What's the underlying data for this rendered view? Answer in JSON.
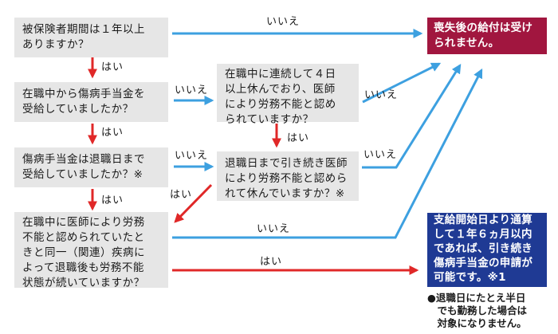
{
  "boxes": {
    "q1": "被保険者期間は１年以上\nありますか？",
    "q2": "在職中から傷病手当金を\n受給していましたか？",
    "q3": "傷病手当金は退職日まで\n受給していましたか？※",
    "q4": "在職中に医師により労務\n不能と認められていたと\nきと同一（関連）疾病に\nよって退職後も労務不能\n状態が続いていますか？",
    "q5": "在職中に連続して４日\n以上休んでおり、医師\nにより労務不能と認め\nられていますか？",
    "q6": "退職日まで引き続き医師\nにより労務不能と認めら\nれて休んでいますか？※"
  },
  "results": {
    "no_benefit": "喪失後の給付は受け\nられません。",
    "eligible": "支給開始日より通算\nして１年６ヵ月以内\nであれば、引き続き\n傷病手当金の申請が\n可能です。※1"
  },
  "note": "●退職日にたとえ半日\n　でも勤務した場合は\n　対象になりません。",
  "labels": {
    "yes": "はい",
    "no": "いいえ"
  },
  "colors": {
    "gray_box": "#e6e6e6",
    "blue": "#3da0e0",
    "red": "#e02828",
    "crimson": "#a1163f",
    "navy": "#1f3a94"
  }
}
